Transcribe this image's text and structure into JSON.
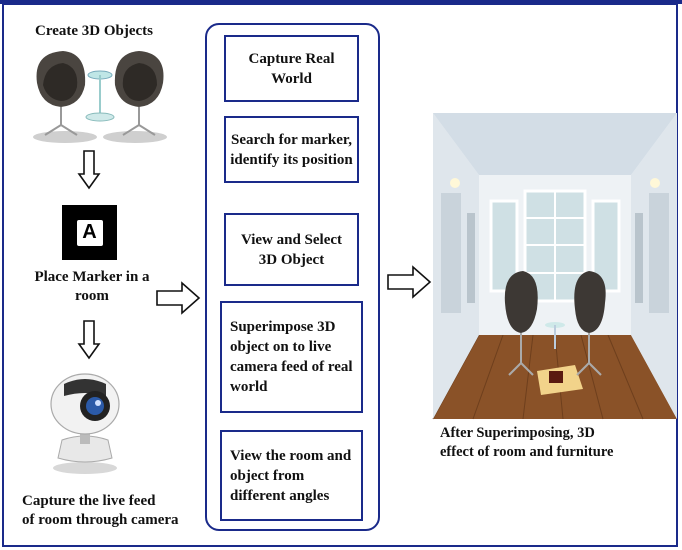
{
  "left": {
    "create_label": "Create 3D Objects",
    "marker_glyph": "A",
    "place_label": "Place Marker in a room",
    "capture_label_line1": "Capture the live feed",
    "capture_label_line2": "of room through camera"
  },
  "steps": [
    "Capture Real World",
    "Search for marker, identify its position",
    "View and Select 3D Object",
    "Superimpose 3D object on to live camera feed of real world",
    "View the room and object from different angles"
  ],
  "right": {
    "caption_line1": "After Superimposing, 3D",
    "caption_line2": "effect of room and furniture"
  },
  "colors": {
    "border": "#1a2a8a",
    "text": "#111111"
  }
}
